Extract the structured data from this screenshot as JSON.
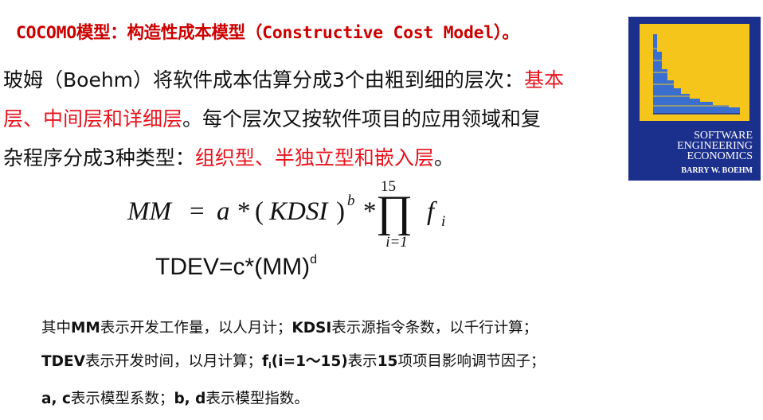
{
  "title": "COCOMO模型：构造性成本模型（Constructive Cost Model）。",
  "intro": {
    "line1_plain": "玻姆（Boehm）将软件成本估算分成3个由粗到细的层次：",
    "line1_red": "基本",
    "line2_red": "层、中间层和详细层",
    "line2_plain": "。每个层次又按软件项目的应用领域和复",
    "line3_plain": "杂程序分成3种类型：",
    "line3_red": "组织型、半独立型和嵌入层",
    "line3_end": "。"
  },
  "book_cover": {
    "title_line1": "SOFTWARE",
    "title_line2": "ENGINEERING",
    "title_line3": "ECONOMICS",
    "author": "BARRY W. BOEHM",
    "cover_color": "#1b2f8c",
    "panel_color": "#f5c51b",
    "chart_color": "#3a6fd0"
  },
  "formula": {
    "lhs": "MM",
    "eq": "=",
    "coef": "a",
    "star1": "*",
    "lparen": "(",
    "var": "KDSI",
    "rparen": ")",
    "exp": "b",
    "star2": "*",
    "prod": "∏",
    "upper": "15",
    "lower": "i=1",
    "factor": "f",
    "factor_sub": "i"
  },
  "tdev": {
    "base": "TDEV=c*(MM)",
    "exp": "d"
  },
  "notes": {
    "line1": [
      {
        "t": "其中",
        "b": false
      },
      {
        "t": "MM",
        "b": true
      },
      {
        "t": "表示开发工作量，以人月计；",
        "b": false
      },
      {
        "t": "KDSI",
        "b": true
      },
      {
        "t": "表示源指令条数，以千行计算；",
        "b": false
      }
    ],
    "line2": [
      {
        "t": "TDEV",
        "b": true
      },
      {
        "t": "表示开发时间，以月计算；",
        "b": false
      },
      {
        "t": "f",
        "b": true
      },
      {
        "t": "i",
        "b": true,
        "sub": true
      },
      {
        "t": "(i=1～15)",
        "b": true
      },
      {
        "t": "表示",
        "b": false
      },
      {
        "t": "15",
        "b": true
      },
      {
        "t": "项项目影响调节因子；",
        "b": false
      }
    ],
    "line3": [
      {
        "t": "a, c",
        "b": true
      },
      {
        "t": "表示模型系数；",
        "b": false
      },
      {
        "t": "b, d",
        "b": true
      },
      {
        "t": "表示模型指数。",
        "b": false
      }
    ]
  }
}
